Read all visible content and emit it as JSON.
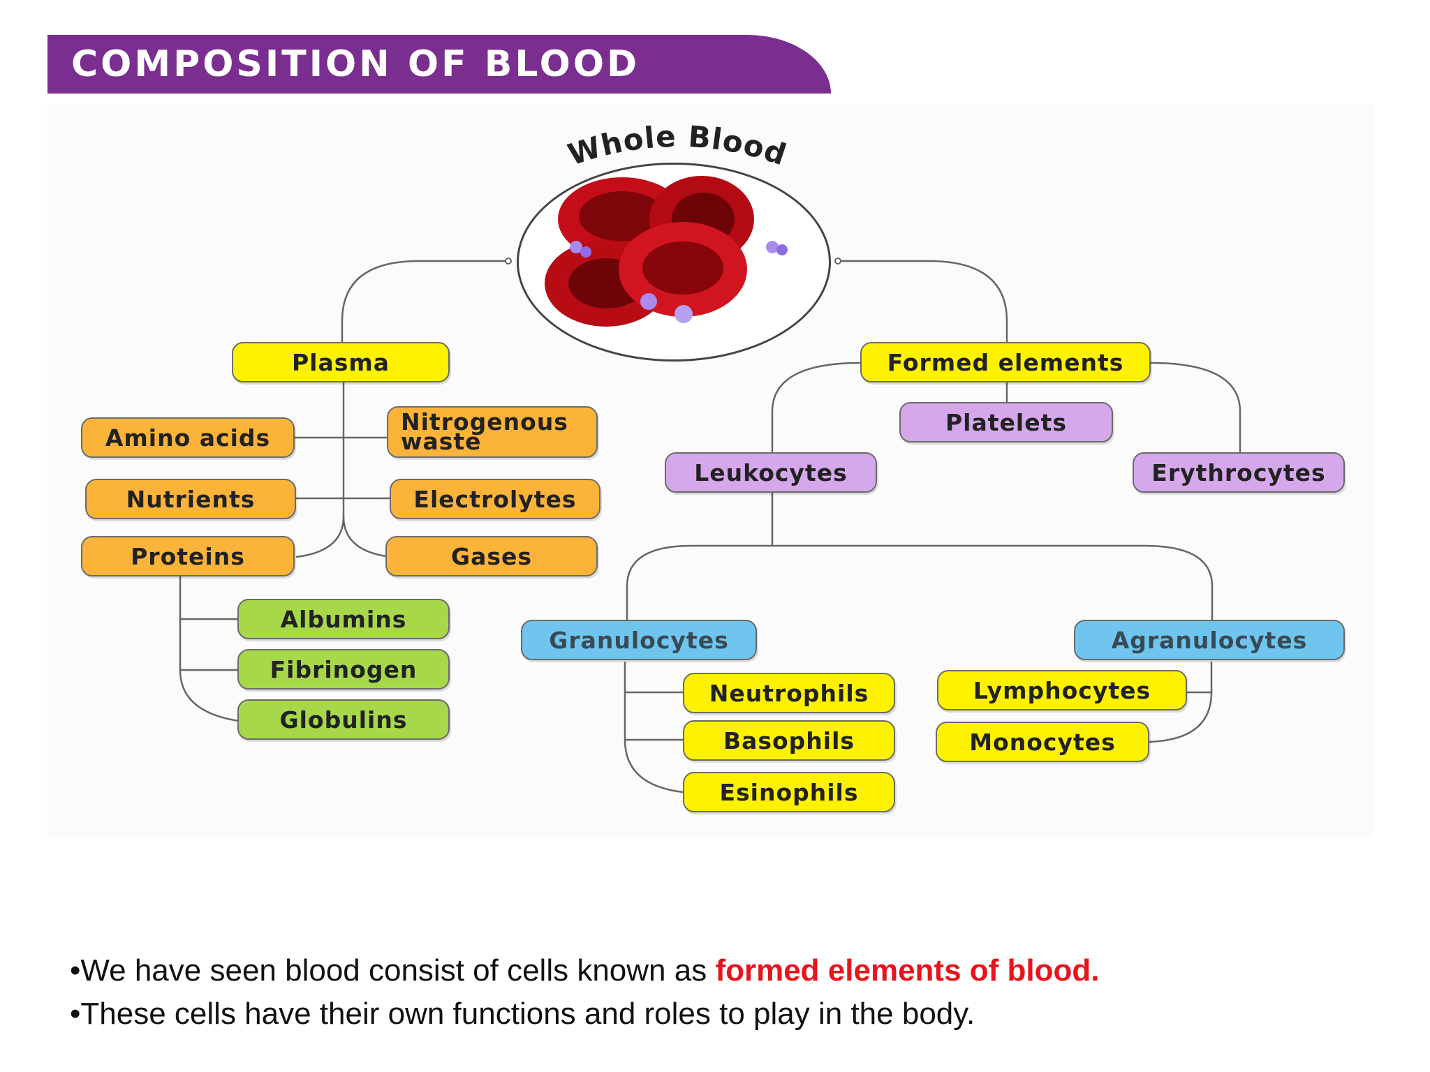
{
  "banner": {
    "title": "COMPOSITION OF BLOOD"
  },
  "diagram": {
    "root": "Whole Blood",
    "plasma": "Plasma",
    "formed_elements": "Formed elements",
    "plasma_items": {
      "amino_acids": "Amino acids",
      "nitrogenous_waste": "Nitrogenous waste",
      "nutrients": "Nutrients",
      "electrolytes": "Electrolytes",
      "proteins": "Proteins",
      "gases": "Gases"
    },
    "proteins_items": {
      "albumins": "Albumins",
      "fibrinogen": "Fibrinogen",
      "globulins": "Globulins"
    },
    "formed_items": {
      "platelets": "Platelets",
      "leukocytes": "Leukocytes",
      "erythrocytes": "Erythrocytes"
    },
    "leukocyte_types": {
      "granulocytes": "Granulocytes",
      "agranulocytes": "Agranulocytes"
    },
    "granulocyte_items": {
      "neutrophils": "Neutrophils",
      "basophils": "Basophils",
      "esinophils": "Esinophils"
    },
    "agranulocyte_items": {
      "lymphocytes": "Lymphocytes",
      "monocytes": "Monocytes"
    }
  },
  "bullets": {
    "line1_prefix": "•We have seen blood consist of cells known as ",
    "line1_highlight": "formed elements of blood.",
    "line2": "•These cells have their own functions and roles to play in the body."
  }
}
